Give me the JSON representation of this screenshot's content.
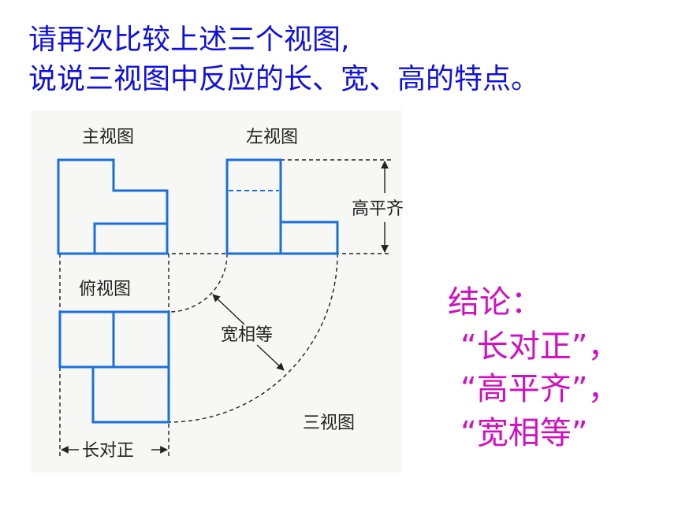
{
  "heading": {
    "line1": "请再次比较上述三个视图,",
    "line2": "说说三视图中反应的长、宽、高的特点。"
  },
  "diagram": {
    "front_view_label": "主视图",
    "left_view_label": "左视图",
    "top_view_label": "俯视图",
    "three_views_label": "三视图",
    "height_label": "高平齐",
    "width_label": "宽相等",
    "length_label": "长对正",
    "line_color": "#1a6fe0",
    "guide_color": "#222222",
    "paper_color": "#f7f7f5"
  },
  "conclusion": {
    "title": "结论：",
    "rule1": "“长对正”，",
    "rule2": "“高平齐”，",
    "rule3": "“宽相等”"
  },
  "colors": {
    "heading": "#1010e0",
    "conclusion": "#d010c0"
  }
}
